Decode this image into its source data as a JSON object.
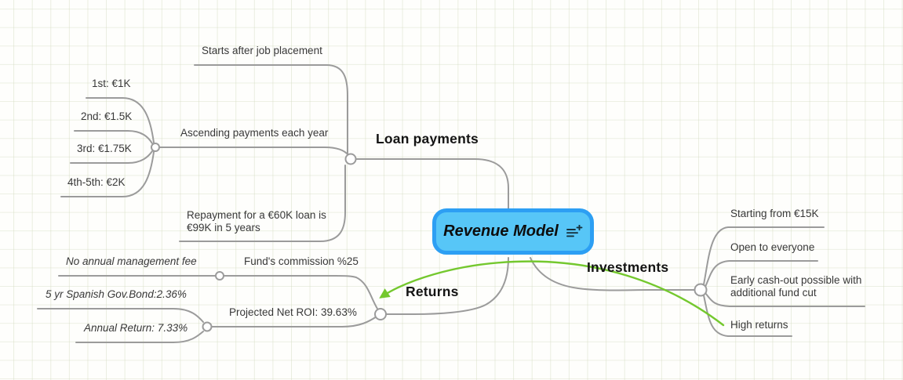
{
  "root": {
    "label": "Revenue Model",
    "icon": "note-add-icon"
  },
  "branches": [
    {
      "label": "Loan payments",
      "children": [
        {
          "label": "Starts after job placement"
        },
        {
          "label": "Ascending payments each year",
          "children": [
            {
              "label": "1st: €1K"
            },
            {
              "label": "2nd: €1.5K"
            },
            {
              "label": "3rd: €1.75K"
            },
            {
              "label": "4th-5th: €2K"
            }
          ]
        },
        {
          "label": "Repayment for a €60K loan is €99K in 5 years"
        }
      ]
    },
    {
      "label": "Investments",
      "children": [
        {
          "label": "Starting from €15K"
        },
        {
          "label": "Open to everyone"
        },
        {
          "label": "Early cash-out possible with additional fund cut"
        },
        {
          "label": "High returns"
        }
      ]
    },
    {
      "label": "Returns",
      "children": [
        {
          "label": "Fund's commission %25",
          "children": [
            {
              "label": "No annual management fee"
            }
          ]
        },
        {
          "label": "Projected Net ROI: 39.63%",
          "children": [
            {
              "label": "5 yr Spanish Gov.Bond:2.36%"
            },
            {
              "label": "Annual Return: 7.33%"
            }
          ]
        }
      ]
    }
  ],
  "relation": {
    "from": "High returns",
    "to": "Returns"
  },
  "colors": {
    "branch_line": "#9b9b9b",
    "relation_arrow": "#74c82e",
    "root_fill": "#57c6f7",
    "root_border": "#2d9ff3"
  }
}
